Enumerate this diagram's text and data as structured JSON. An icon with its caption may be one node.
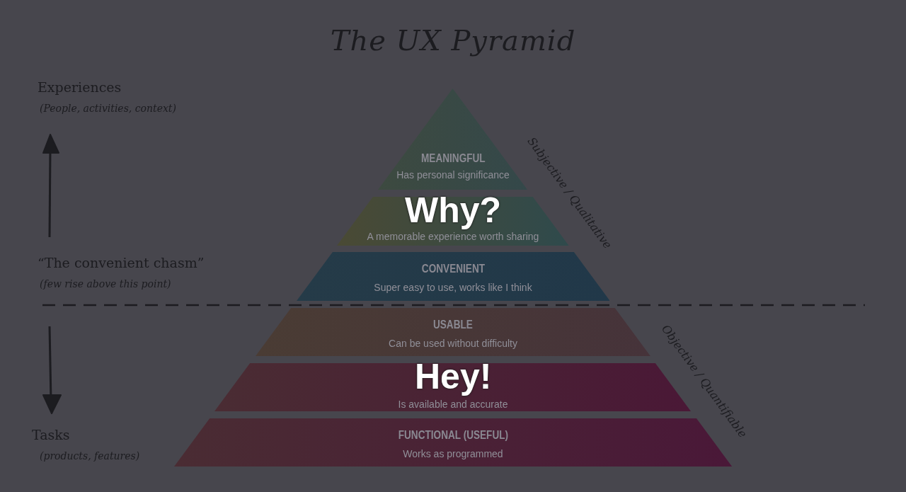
{
  "diagram": {
    "title": "The UX Pyramid",
    "nodes": [
      {
        "text": [
          "MEANINGFUL",
          "Has personal significance"
        ]
      },
      {
        "text": [
          "A memorable experience worth sharing"
        ]
      },
      {
        "text": [
          "CONVENIENT",
          "Super easy to use, works like I think"
        ]
      },
      {
        "text": [
          "USABLE",
          "Can be used without difficulty"
        ]
      },
      {
        "text": [
          "Is available and accurate"
        ]
      },
      {
        "text": [
          "FUNCTIONAL (USEFUL)",
          "Works as programmed"
        ]
      }
    ],
    "labels": [
      "Experiences",
      "(People, activities, context)",
      "“The convenient chasm”",
      "(few rise above this point)",
      "Tasks",
      "(products, features)",
      "Subjective / Qualitative",
      "Objective / Quantifiable",
      "Why?",
      "Hey!"
    ]
  }
}
